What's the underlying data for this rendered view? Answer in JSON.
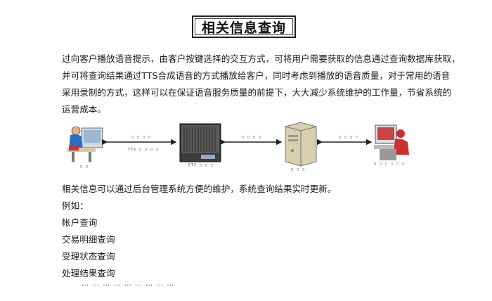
{
  "title": "相关信息查询",
  "intro_lines": [
    "过向客户播放语音提示，由客户按键选择的交互方式，可将用户需要获取的信息通过查询数据库获取，",
    "并可将查询结果通过TTS合成语音的方式播放给客户，同时考虑到播放的语音质量，对于常用的语音",
    "采用录制的方式，这样可以在保证语音服务质量的前提下，大大减少系统维护的工作量，节省系统的",
    "运营成本。"
  ],
  "diagram": {
    "left_arrow_top": "□ □ □ □",
    "left_arrow_bottom": "TTS □ □ □ □",
    "caller_label": "□ □",
    "ivr_label": "CTI □ □ □",
    "mid_arrow_top": "□ □ □ □",
    "server_label": "□ □ □",
    "right_arrow_top": "□ □ □ □",
    "operator_label": "□ □ □ □ □ □"
  },
  "body_lines": [
    "相关信息可以通过后台管理系统方便的维护，系统查询结果实时更新。",
    "例如：",
    "帐户查询",
    "交易明细查询",
    "受理状态查询",
    "处理结果查询"
  ],
  "ellipsis": "… … … … … … … … …"
}
